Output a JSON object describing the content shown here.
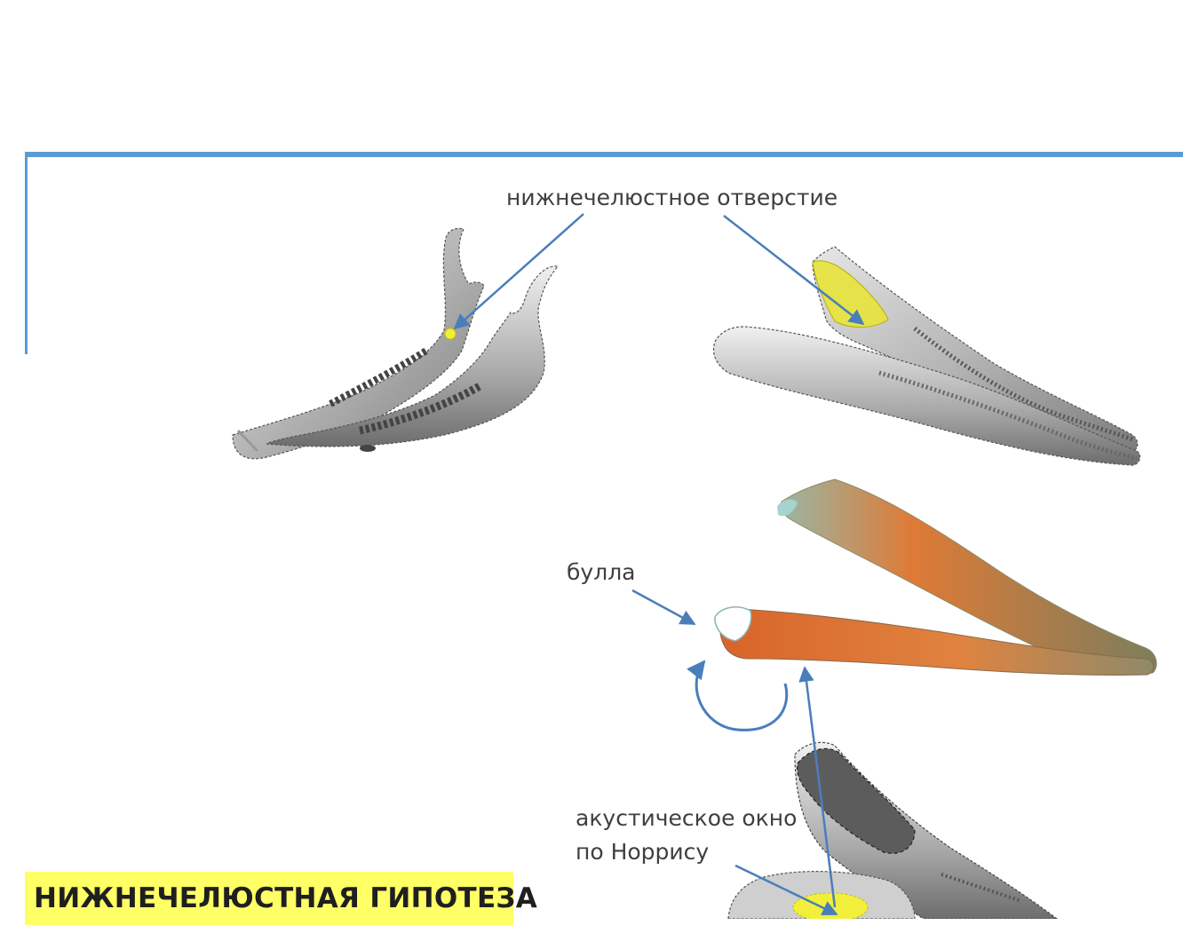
{
  "slide": {
    "title": "НИЖНЕЧЕЛЮСТНАЯ ГИПОТЕЗА",
    "accent_color": "#5b9bd5",
    "highlight_color": "#ffff66"
  },
  "labels": {
    "mandibular_foramen": "нижнечелюстное отверстие",
    "bulla": "булла",
    "acoustic_window_line1": "акустическое окно",
    "acoustic_window_line2": "по Норрису"
  },
  "figures": {
    "land_mammal_jaw": "mandible-terrestrial",
    "whale_jaw_grey": "mandible-cetacean-grey",
    "whale_jaw_ct": "mandible-cetacean-ct",
    "jaw_closeup": "mandible-closeup"
  }
}
